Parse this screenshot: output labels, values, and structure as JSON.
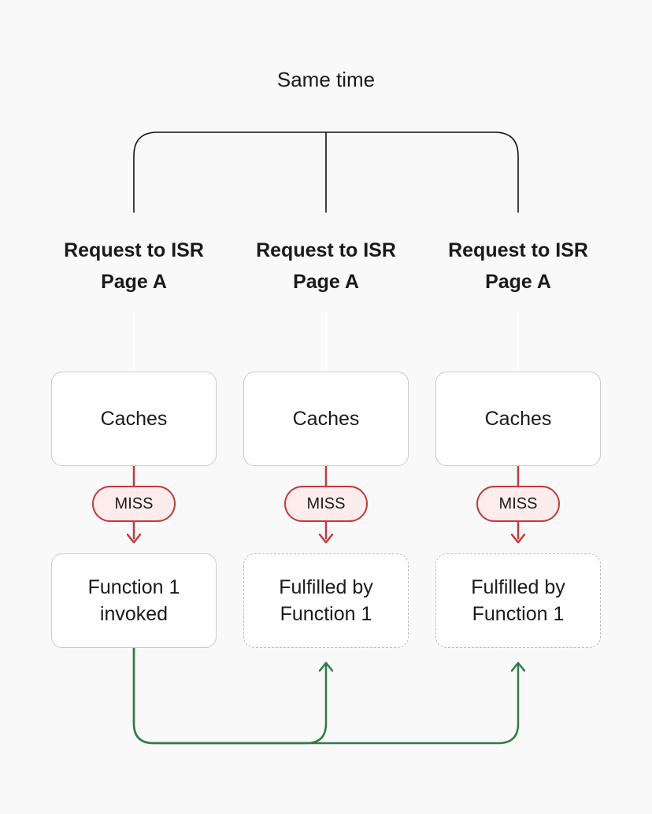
{
  "title": "Same time",
  "colors": {
    "bg": "#f9f9f9",
    "ink": "#1a1a1a",
    "line": "#141414",
    "faint": "#ffffff",
    "boxborder": "#c9c9c9",
    "dashborder": "#bdbdbd",
    "boxbg": "#ffffff",
    "red": "#c23b3b",
    "redfill": "#fdecec",
    "green": "#2e7d46"
  },
  "columns": [
    {
      "request_label": "Request to ISR Page A",
      "cache_label": "Caches",
      "badge": "MISS",
      "result_label": "Function 1 invoked",
      "result_style": "solid"
    },
    {
      "request_label": "Request to ISR Page A",
      "cache_label": "Caches",
      "badge": "MISS",
      "result_label": "Fulfilled by Function 1",
      "result_style": "dashed"
    },
    {
      "request_label": "Request to ISR Page A",
      "cache_label": "Caches",
      "badge": "MISS",
      "result_label": "Fulfilled by Function 1",
      "result_style": "dashed"
    }
  ]
}
